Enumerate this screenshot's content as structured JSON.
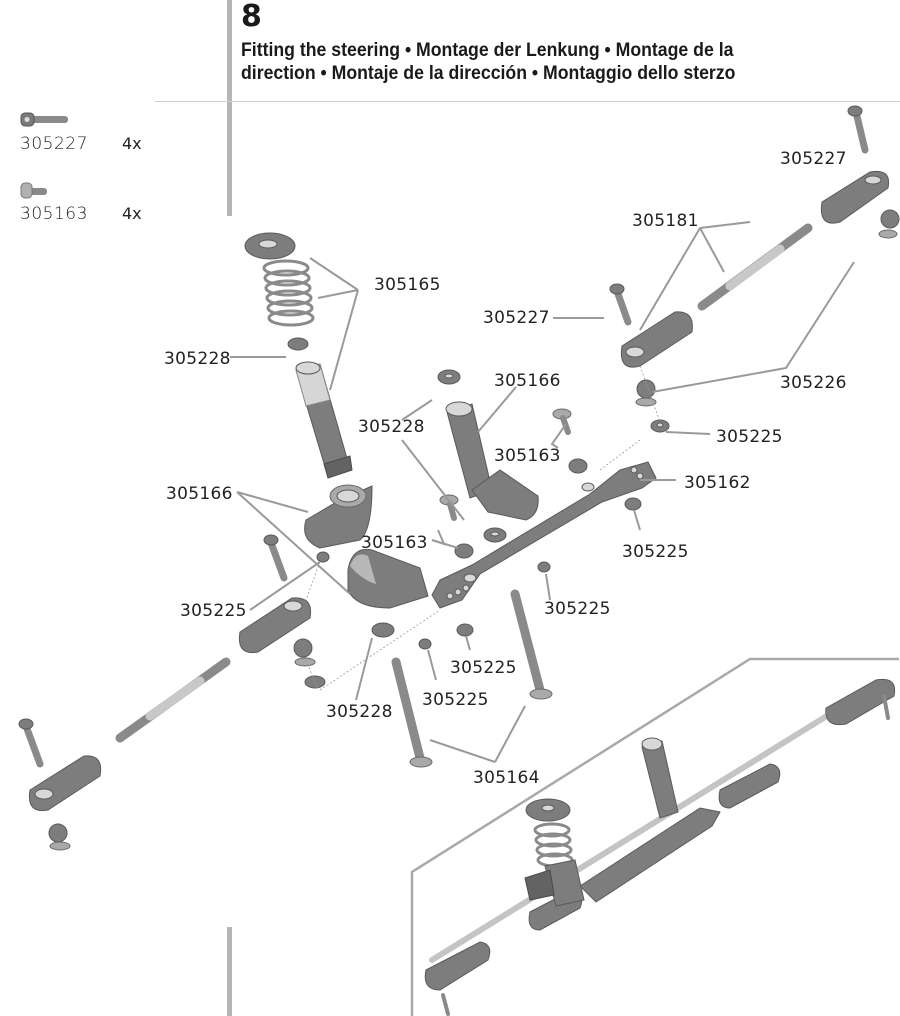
{
  "step": {
    "number": "8",
    "title_line1": "Fitting the steering • Montage der Lenkung • Montage de la",
    "title_line2": "direction • Montaje de la dirección • Montaggio dello sterzo"
  },
  "parts_list": [
    {
      "code": "305227",
      "qty": "4x",
      "icon": "cap-screw-icon"
    },
    {
      "code": "305163",
      "qty": "4x",
      "icon": "shoulder-screw-icon"
    }
  ],
  "callouts": {
    "c305227_top": "305227",
    "c305181": "305181",
    "c305165": "305165",
    "c305227_mid": "305227",
    "c305228_left": "305228",
    "c305166_top": "305166",
    "c305226": "305226",
    "c305228_mid": "305228",
    "c305225_right": "305225",
    "c305163_upper": "305163",
    "c305162": "305162",
    "c305166_left": "305166",
    "c305163_lower": "305163",
    "c305225_rightlow": "305225",
    "c305225_left": "305225",
    "c305225_centre": "305225",
    "c305225_bottom1": "305225",
    "c305225_bottom2": "305225",
    "c305228_bottom": "305228",
    "c305164": "305164"
  },
  "inset": {
    "description": "assembled steering view"
  }
}
